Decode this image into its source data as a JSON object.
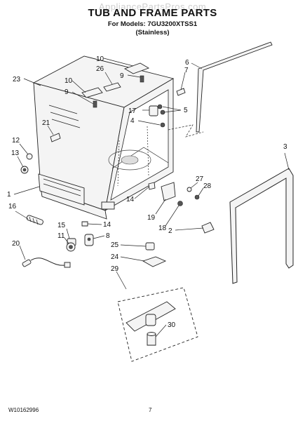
{
  "header": {
    "watermark": "AppliancePartsPros.com",
    "title": "TUB AND FRAME PARTS",
    "models_line": "For Models: 7GU3200XTSS1",
    "variant_line": "(Stainless)"
  },
  "footer": {
    "doc_number": "W10162996",
    "page_number": "7"
  },
  "callouts": [
    "1",
    "2",
    "3",
    "4",
    "5",
    "6",
    "7",
    "8",
    "9",
    "10",
    "11",
    "12",
    "13",
    "14",
    "15",
    "16",
    "17",
    "18",
    "19",
    "20",
    "21",
    "23",
    "24",
    "25",
    "26",
    "27",
    "28",
    "29",
    "30"
  ],
  "callout_labels": {
    "c10a": "10",
    "c26": "26",
    "c9a": "9",
    "c6": "6",
    "c7": "7",
    "c23": "23",
    "c10b": "10",
    "c9b": "9",
    "c17": "17",
    "c5": "5",
    "c4": "4",
    "c21": "21",
    "c12": "12",
    "c13": "13",
    "c3": "3",
    "c27": "27",
    "c28": "28",
    "c1": "1",
    "c14a": "14",
    "c16": "16",
    "c19": "19",
    "c15": "15",
    "c14b": "14",
    "c18": "18",
    "c2": "2",
    "c11": "11",
    "c8": "8",
    "c20": "20",
    "c25": "25",
    "c24": "24",
    "c29": "29",
    "c30": "30"
  }
}
